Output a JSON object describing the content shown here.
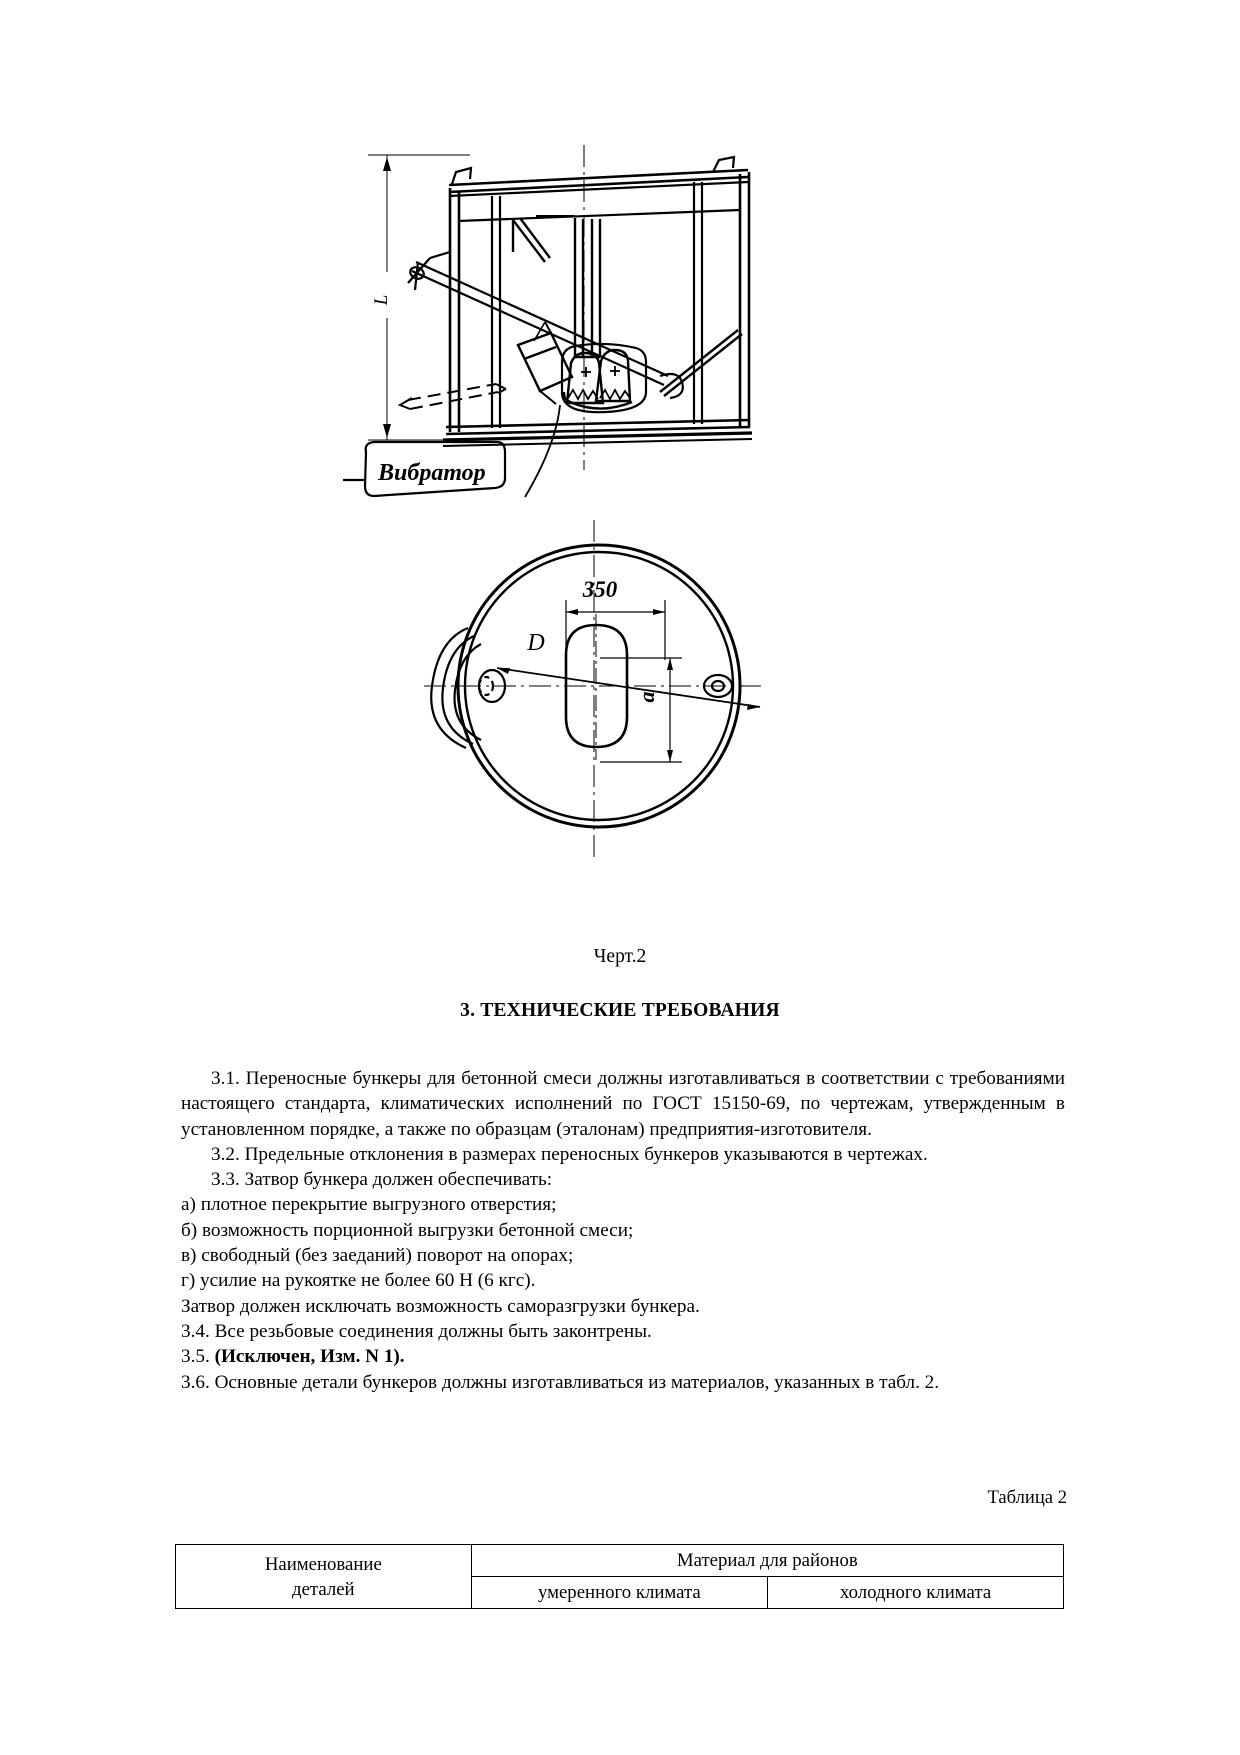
{
  "figure": {
    "caption": "Черт.2",
    "side_view": {
      "dimension_label": "L",
      "callout_label": "Вибратор"
    },
    "plan_view": {
      "width_dimension": "350",
      "diameter_label": "D",
      "depth_label": "a"
    }
  },
  "heading": {
    "text": "3. ТЕХНИЧЕСКИЕ ТРЕБОВАНИЯ"
  },
  "body": {
    "p31": "3.1. Переносные бункеры для бетонной смеси должны изготавливаться в соответствии с требованиями настоящего стандарта, климатических исполнений по ГОСТ 15150-69, по чертежам, утвержденным в установленном порядке, а также по образцам (эталонам) предприятия-изготовителя.",
    "p32": "3.2. Предельные отклонения в размерах переносных бункеров указываются в чертежах.",
    "p33": "3.3. Затвор бункера должен обеспечивать:",
    "p33a": "а) плотное перекрытие выгрузного отверстия;",
    "p33b": "б) возможность порционной выгрузки бетонной смеси;",
    "p33v": "в) свободный (без заеданий) поворот на опорах;",
    "p33g": "г) усилие на рукоятке не более 60 Н (6 кгс).",
    "p33_note": "Затвор должен исключать возможность саморазгрузки бункера.",
    "p34": "3.4. Все резьбовые соединения должны быть законтрены.",
    "p35_num": "3.5. ",
    "p35_bold": "(Исключен, Изм. N 1).",
    "p36": "3.6. Основные детали бункеров должны изготавливаться из материалов, указанных в табл. 2."
  },
  "table": {
    "label": "Таблица 2",
    "header_col1_line1": "Наименование",
    "header_col1_line2": "деталей",
    "header_span": "Материал для районов",
    "header_col2": "умеренного климата",
    "header_col3": "холодного климата"
  }
}
